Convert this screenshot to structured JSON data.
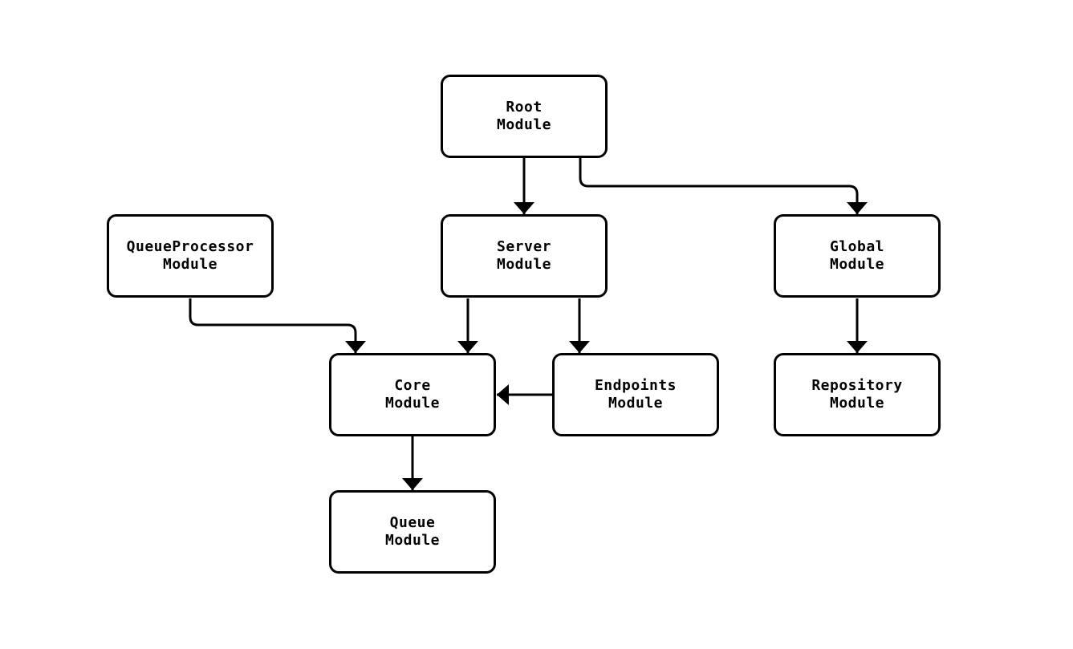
{
  "diagram": {
    "type": "flowchart",
    "background_color": "#ffffff",
    "line_color": "#000000",
    "text_color": "#000000",
    "nodes": [
      {
        "id": "root",
        "label": "Root\nModule"
      },
      {
        "id": "queueprocessor",
        "label": "QueueProcessor\nModule"
      },
      {
        "id": "server",
        "label": "Server\nModule"
      },
      {
        "id": "global",
        "label": "Global\nModule"
      },
      {
        "id": "core",
        "label": "Core\nModule"
      },
      {
        "id": "endpoints",
        "label": "Endpoints\nModule"
      },
      {
        "id": "repository",
        "label": "Repository\nModule"
      },
      {
        "id": "queue",
        "label": "Queue\nModule"
      }
    ],
    "edges": [
      {
        "from": "root",
        "to": "server"
      },
      {
        "from": "root",
        "to": "global"
      },
      {
        "from": "queueprocessor",
        "to": "core"
      },
      {
        "from": "server",
        "to": "core"
      },
      {
        "from": "server",
        "to": "endpoints"
      },
      {
        "from": "endpoints",
        "to": "core"
      },
      {
        "from": "global",
        "to": "repository"
      },
      {
        "from": "core",
        "to": "queue"
      }
    ]
  }
}
